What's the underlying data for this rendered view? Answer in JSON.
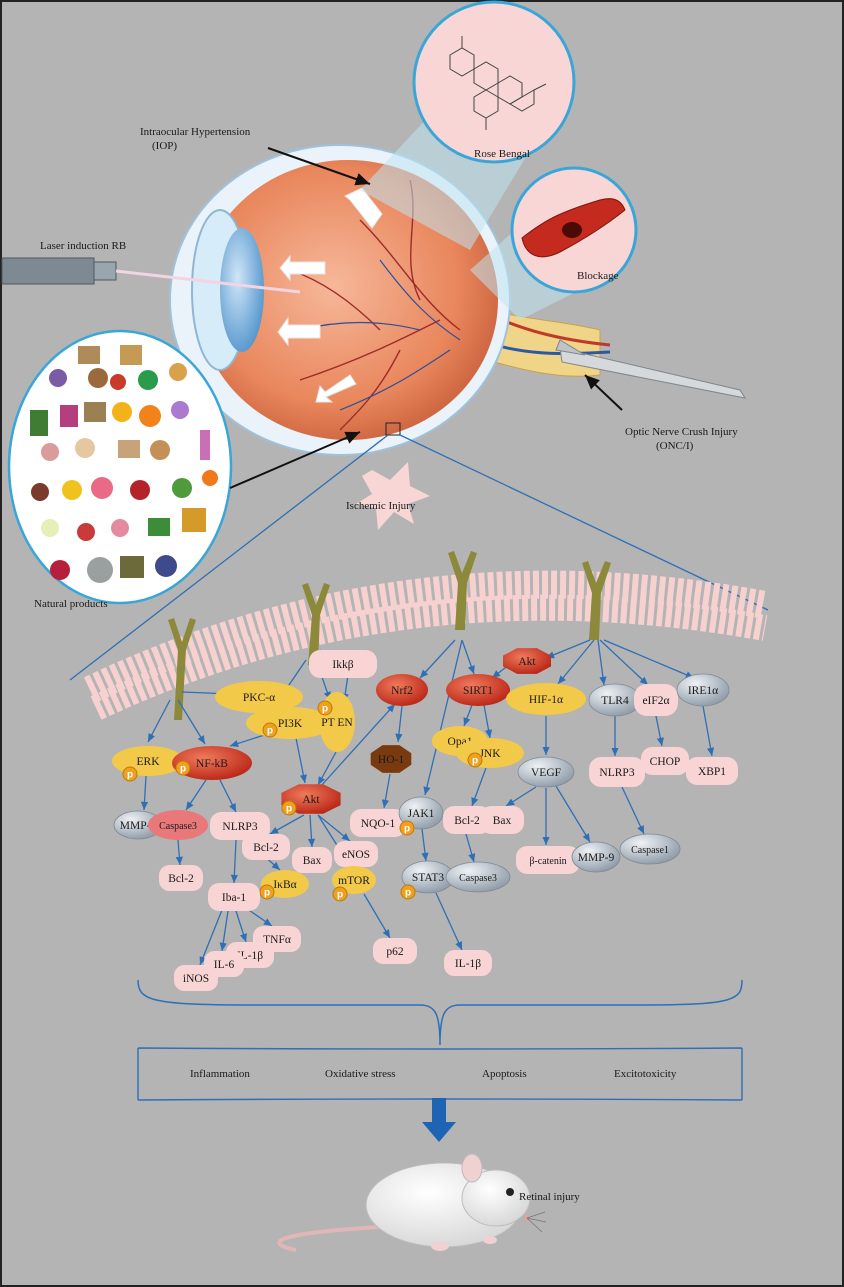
{
  "colors": {
    "background": "#b4b4b4",
    "border": "#222222",
    "membrane": "#f7d0d0",
    "receptor": "#8c8a3a",
    "edge": "#2f6fb5",
    "node_yellow": "#f3c94a",
    "node_pink": "#f8d4d4",
    "node_red": "#d9402b",
    "node_grey": "#bcc6cf",
    "node_brown": "#7a3a10",
    "phospho": "#f0a020"
  },
  "top_labels": {
    "iop_line1": "Intraocular Hypertension",
    "iop_line2": "(IOP)",
    "laser": "Laser induction RB",
    "rose_bengal": "Rose Bengal",
    "blockage": "Blockage",
    "onc_line1": "Optic Nerve Crush Injury",
    "onc_line2": "(ONC/I)",
    "ischemic": "Ischemic Injury",
    "natural": "Natural products"
  },
  "phospho_label": "p",
  "nodes": {
    "pkca": "PKC-α",
    "pi3k": "PI3K",
    "ikkb": "Ikkβ",
    "pten": "PT EN",
    "nrf2": "Nrf2",
    "akt_top": "Akt",
    "sirt1": "SIRT1",
    "hif1a": "HIF-1α",
    "tlr4": "TLR4",
    "eif2a": "eIF2α",
    "ire1a": "IRE1α",
    "erk": "ERK",
    "nfkb": "NF-kB",
    "ho1": "HO-1",
    "opa1": "Opa1",
    "jnk": "JNK",
    "vegf": "VEGF",
    "nlrp3_r": "NLRP3",
    "chop": "CHOP",
    "xbp1": "XBP1",
    "akt_mid": "Akt",
    "mmp9_l": "MMP-9",
    "caspase3_l": "Caspase3",
    "nlrp3_l": "NLRP3",
    "nqo1": "NQO-1",
    "jak1": "JAK1",
    "bcl2_c": "Bcl-2",
    "bax_c": "Bax",
    "bcatenin": "β-catenin",
    "mmp9_r": "MMP-9",
    "caspase1": "Caspase1",
    "bcl2_m": "Bcl-2",
    "bax_m": "Bax",
    "enos": "eNOS",
    "ikba": "IκBα",
    "bcl2_l": "Bcl-2",
    "iba1": "Iba-1",
    "mtor": "mTOR",
    "stat3": "STAT3",
    "caspase3_c": "Caspase3",
    "tnfa": "TNFα",
    "il1b_l": "IL-1β",
    "il6": "IL-6",
    "inos": "iNOS",
    "p62": "p62",
    "il1b_c": "IL-1β"
  },
  "outcomes": [
    "Inflammation",
    "Oxidative stress",
    "Apoptosis",
    "Excitotoxicity"
  ],
  "retinal_injury": "Retinal injury"
}
